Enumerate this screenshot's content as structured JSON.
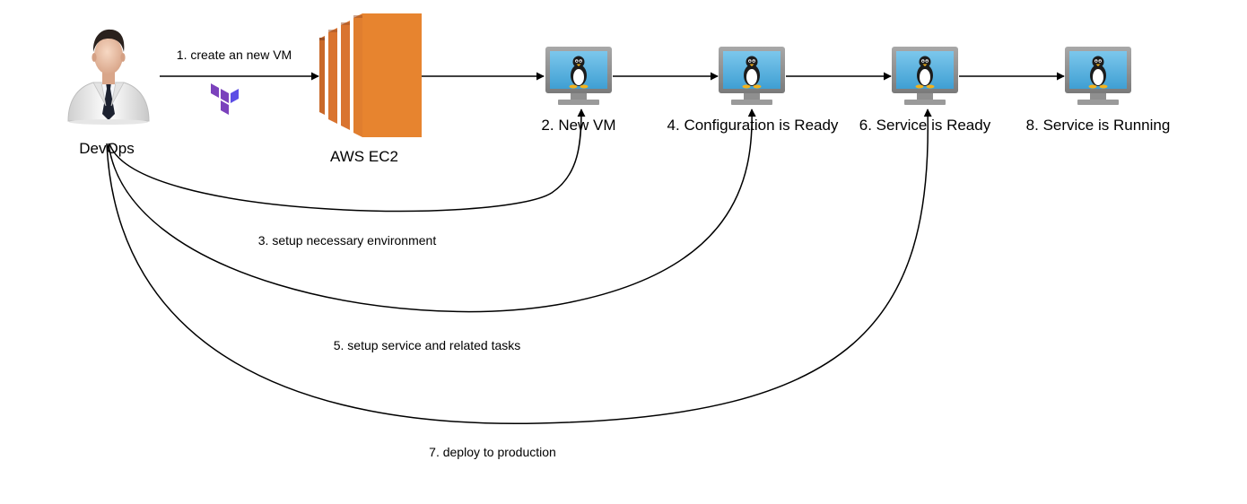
{
  "diagram": {
    "nodes": {
      "devops": {
        "label": "DevOps",
        "icon": "person-icon"
      },
      "ec2": {
        "label": "AWS EC2",
        "icon": "aws-ec2-icon"
      },
      "vm1": {
        "label": "2. New VM",
        "icon": "linux-vm-icon"
      },
      "vm2": {
        "label": "4. Configuration is Ready",
        "icon": "linux-vm-icon"
      },
      "vm3": {
        "label": "6. Service is Ready",
        "icon": "linux-vm-icon"
      },
      "vm4": {
        "label": "8. Service is Running",
        "icon": "linux-vm-icon"
      }
    },
    "edges": {
      "create_vm": {
        "label": "1. create an new VM",
        "tool_icon": "terraform-icon"
      },
      "setup_env": {
        "label": "3. setup necessary environment"
      },
      "setup_service": {
        "label": "5. setup service and related tasks"
      },
      "deploy": {
        "label": "7. deploy to production"
      }
    },
    "colors": {
      "ec2_orange": "#E7842F",
      "ec2_dark": "#9D5025",
      "terraform_purple": "#7B42BC",
      "monitor_frame": "#8C8C8C",
      "screen_blue": "#5AB3E0"
    }
  }
}
